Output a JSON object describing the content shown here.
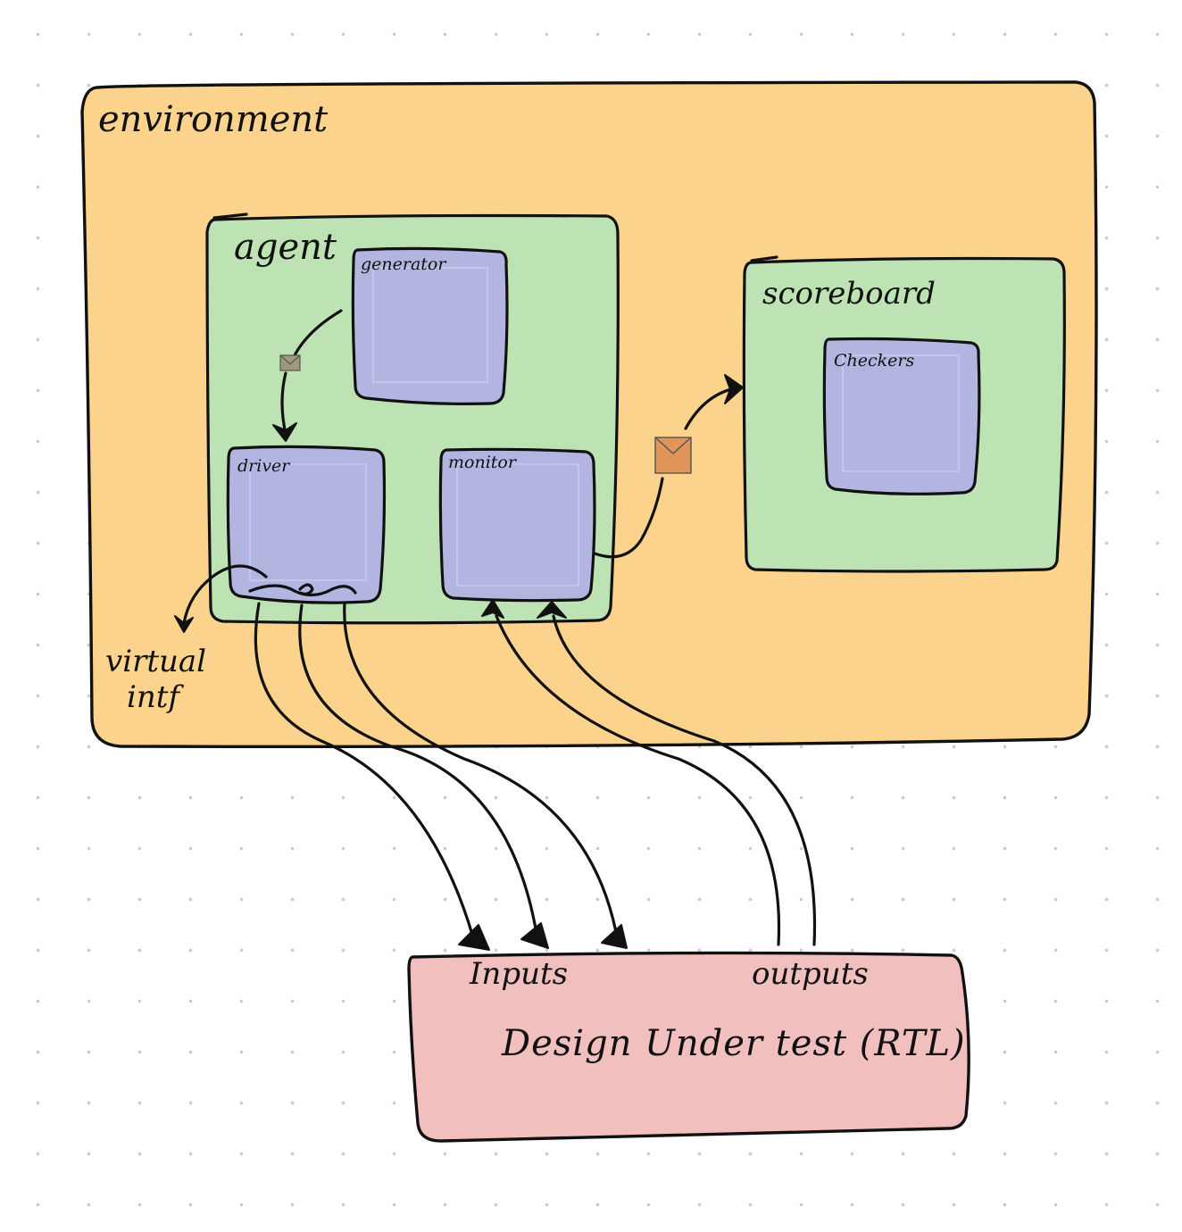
{
  "environment": {
    "label": "environment",
    "fill": "#fbd38d"
  },
  "agent": {
    "label": "agent",
    "fill": "#bde3b4"
  },
  "generator": {
    "label": "generator",
    "fill": "#b1b5df"
  },
  "driver": {
    "label": "driver",
    "fill": "#b1b5df"
  },
  "monitor": {
    "label": "monitor",
    "fill": "#b1b5df"
  },
  "virtual_interface": {
    "line1": "virtual",
    "line2": "intf"
  },
  "scoreboard": {
    "label": "scoreboard",
    "fill": "#bde3b4"
  },
  "checkers": {
    "label": "Checkers",
    "fill": "#b1b5df"
  },
  "dut": {
    "title": "Design Under test (RTL)",
    "inputs_label": "Inputs",
    "outputs_label": "outputs",
    "fill": "#f2bfbf"
  },
  "icons": {
    "transaction_small": "envelope-icon",
    "transaction_large": "envelope-icon",
    "small_envelope_color": "#9c9a78",
    "large_envelope_color": "#e0965a"
  }
}
